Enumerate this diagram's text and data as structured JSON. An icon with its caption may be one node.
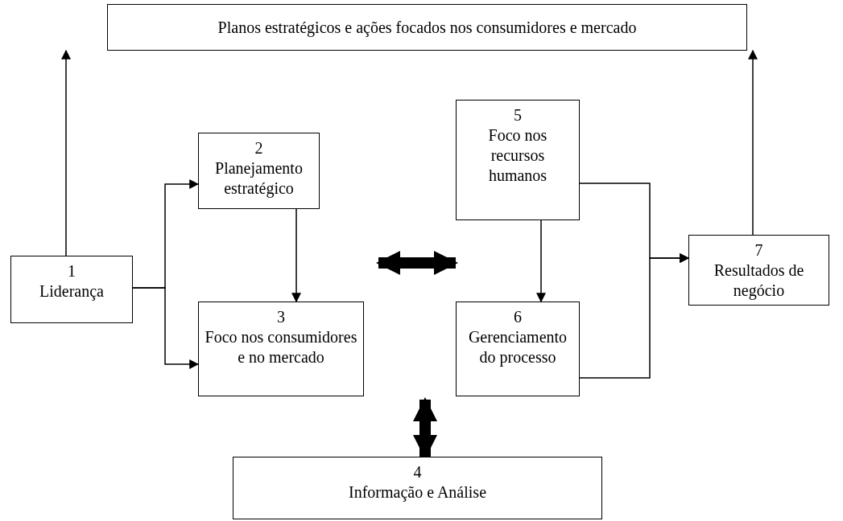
{
  "diagram": {
    "nodes": [
      {
        "text": [
          "Planos estratégicos e ações focados nos consumidores e mercado"
        ]
      },
      {
        "text": [
          "1",
          "Liderança"
        ]
      },
      {
        "text": [
          "2",
          "Planejamento estratégico"
        ]
      },
      {
        "text": [
          "3",
          "Foco nos consumidores e no mercado"
        ]
      },
      {
        "text": [
          "4",
          "Informação e Análise"
        ]
      },
      {
        "text": [
          "5",
          "Foco nos recursos humanos"
        ]
      },
      {
        "text": [
          "6",
          "Gerenciamento do processo"
        ]
      },
      {
        "text": [
          "7",
          "Resultados de negócio"
        ]
      }
    ],
    "edges": [
      {
        "from": 1,
        "to": 0,
        "arrow": "to"
      },
      {
        "from": 1,
        "to": 2,
        "arrow": "to"
      },
      {
        "from": 1,
        "to": 3,
        "arrow": "to"
      },
      {
        "from": 2,
        "to": 3,
        "arrow": "to"
      },
      {
        "from": 3,
        "to": 6,
        "arrow": "both",
        "style": "thick"
      },
      {
        "from": 6,
        "to": 4,
        "arrow": "both",
        "style": "thick"
      },
      {
        "from": 5,
        "to": 6,
        "arrow": "to"
      },
      {
        "from": 5,
        "to": 7,
        "arrow": "to"
      },
      {
        "from": 6,
        "to": 7,
        "arrow": "to"
      },
      {
        "from": 7,
        "to": 0,
        "arrow": "to"
      }
    ]
  }
}
